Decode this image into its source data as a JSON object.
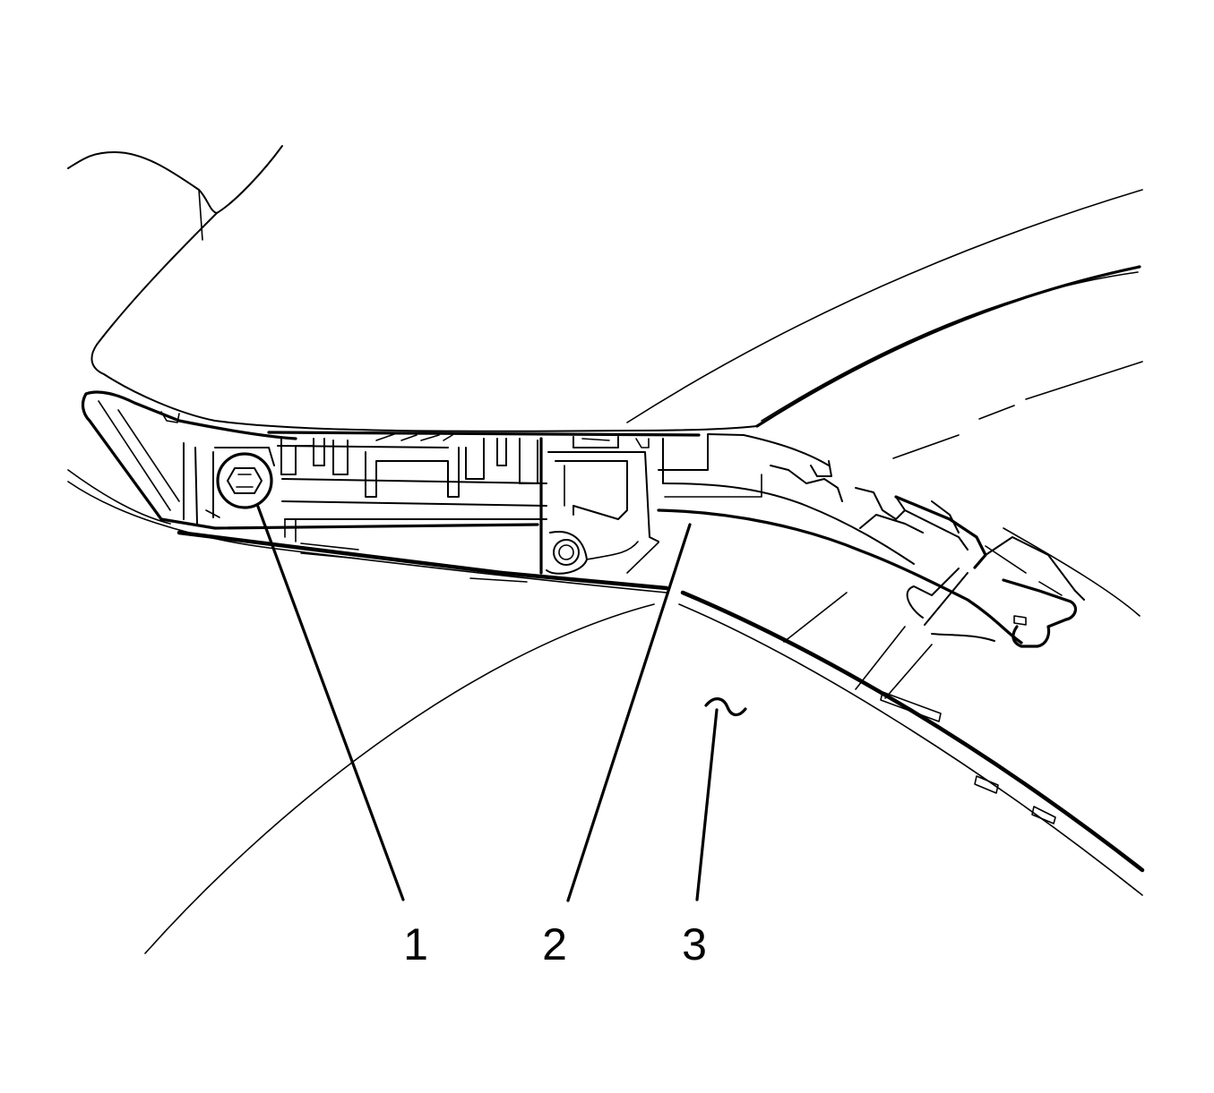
{
  "callouts": [
    {
      "label": "1",
      "part": "bolt"
    },
    {
      "label": "2",
      "part": "bracket"
    },
    {
      "label": "3",
      "part": "fender"
    }
  ]
}
